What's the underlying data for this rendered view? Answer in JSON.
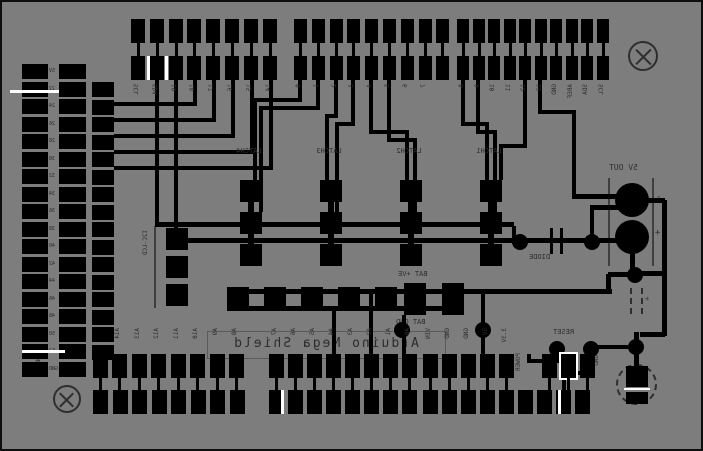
{
  "board": {
    "title": "Arduino Mega Shield",
    "view": "bottom copper (mirrored text)"
  },
  "top_headers": [
    {
      "name": "communication",
      "pins": [
        "SCL",
        "SDA",
        "19",
        "18",
        "17",
        "16",
        "15",
        "14"
      ]
    },
    {
      "name": "digital-0-7",
      "pins": [
        "0",
        "1",
        "2",
        "3",
        "4",
        "5",
        "6",
        "7",
        ""
      ]
    },
    {
      "name": "digital-8-13-aref",
      "pins": [
        "8",
        "9",
        "10",
        "11",
        "12",
        "13",
        "GND",
        "AREF",
        "SDA",
        "SCL"
      ]
    }
  ],
  "bottom_headers": [
    {
      "name": "analog-a8-a15",
      "pins": [
        "A15",
        "A14",
        "A13",
        "A12",
        "A11",
        "A10",
        "A9",
        "A8"
      ]
    },
    {
      "name": "analog-a0-a7",
      "pins": [
        "A7",
        "A6",
        "A5",
        "A4",
        "A3",
        "A2",
        "A1",
        "A0"
      ]
    },
    {
      "name": "power",
      "pins": [
        "VIN",
        "GND",
        "GND",
        "5V",
        "3.3V",
        "",
        "",
        ""
      ],
      "group_label": "POWER"
    }
  ],
  "left_header": {
    "pairs": [
      "5V",
      "22",
      "24",
      "26",
      "28",
      "30",
      "32",
      "34",
      "36",
      "38",
      "40",
      "42",
      "44",
      "46",
      "48",
      "50",
      "52",
      "GND"
    ]
  },
  "components": {
    "latches": [
      "LATCH4",
      "LATCH3",
      "LATCH2",
      "LATCH1"
    ],
    "lcd_label": "I2C-LCD",
    "diode": "DIODE",
    "output": "5V OUT",
    "battery_pos": "BAT +VE",
    "battery_gnd": "BAT GND",
    "reset": "RESET",
    "gnd_right": "GND",
    "gnd_corner": "GND",
    "plus": "+",
    "minus": "-",
    "plus_small": "+"
  },
  "colors": {
    "board": "#7d7d7d",
    "copper": "#000000",
    "silkscreen": "#3f3f3f",
    "text": "#2e2e2e",
    "highlight": "#ffffff"
  }
}
